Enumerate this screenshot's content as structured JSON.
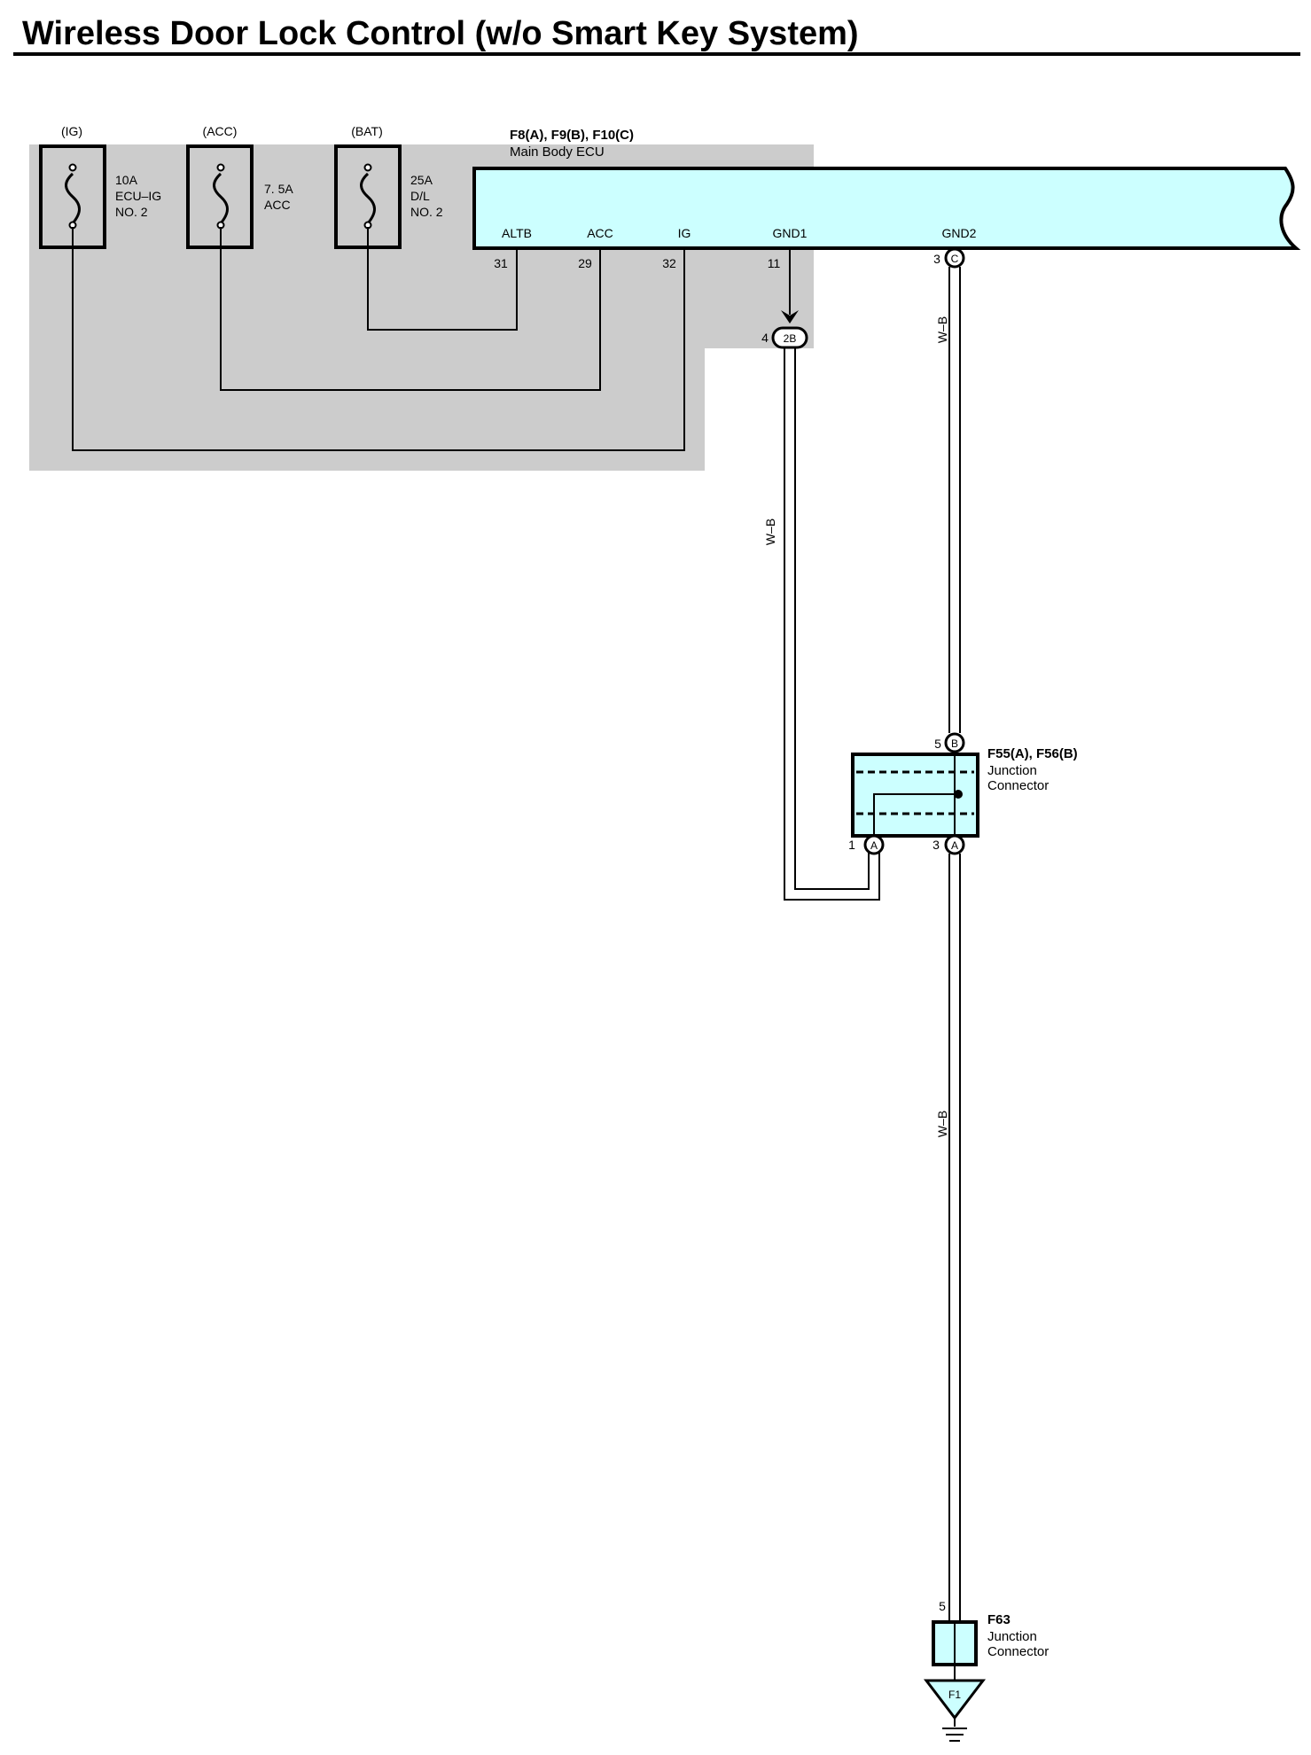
{
  "title": "Wireless Door Lock Control (w/o Smart Key System)",
  "fuses": [
    {
      "source": "(IG)",
      "rating": "10A",
      "name": "ECU–IG",
      "number": "NO. 2"
    },
    {
      "source": "(ACC)",
      "rating": "7. 5A",
      "name": "ACC",
      "number": ""
    },
    {
      "source": "(BAT)",
      "rating": "25A",
      "name": "D/L",
      "number": "NO. 2"
    }
  ],
  "ecu": {
    "connectors": "F8(A), F9(B), F10(C)",
    "name": "Main Body ECU",
    "terminals": [
      {
        "name": "ALTB",
        "pin": "31"
      },
      {
        "name": "ACC",
        "pin": "29"
      },
      {
        "name": "IG",
        "pin": "32"
      },
      {
        "name": "GND1",
        "pin": "11"
      },
      {
        "name": "GND2",
        "pin": "3",
        "connector": "C"
      }
    ]
  },
  "inline_connector": {
    "pin": "4",
    "code": "2B"
  },
  "wires": {
    "color_label": "W–B"
  },
  "junction_f55": {
    "connectors": "F55(A), F56(B)",
    "name_line1": "Junction",
    "name_line2": "Connector",
    "top_pin": "5",
    "top_connector": "B",
    "bottom_left_pin": "1",
    "bottom_left_connector": "A",
    "bottom_right_pin": "3",
    "bottom_right_connector": "A"
  },
  "junction_f63": {
    "code": "F63",
    "name_line1": "Junction",
    "name_line2": "Connector",
    "pin": "5"
  },
  "ground": {
    "code": "F1"
  },
  "colors": {
    "ecu_fill": "#ccffff",
    "junction_fill": "#ccffff",
    "shaded_area": "#cccccc",
    "line": "#000000"
  }
}
